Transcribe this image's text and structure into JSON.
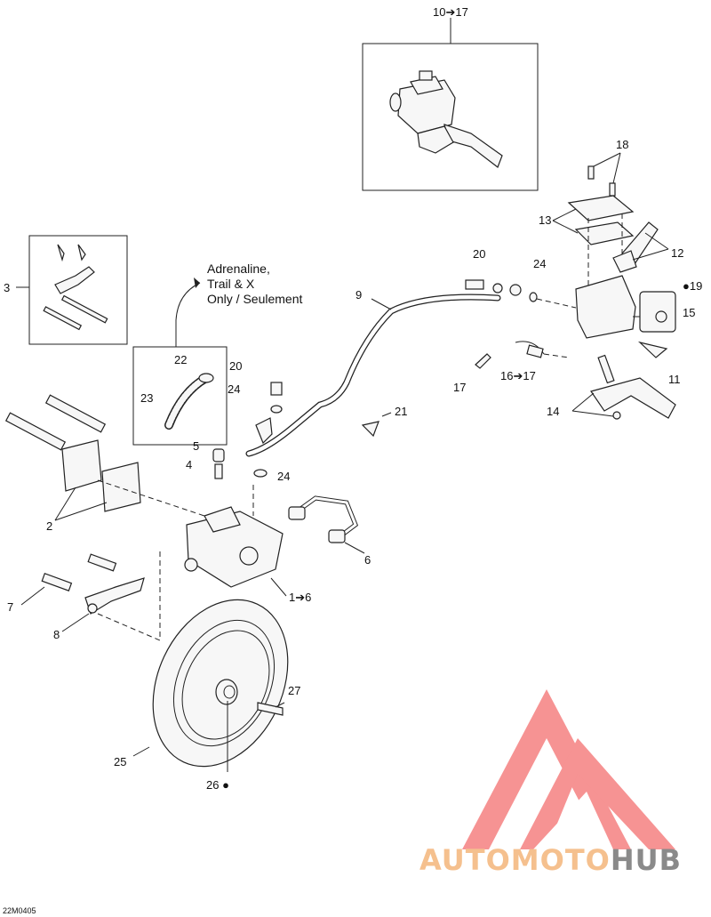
{
  "labels": {
    "l_10_17": "10➔17",
    "l_18": "18",
    "l_13": "13",
    "l_12": "12",
    "l_19": "19",
    "l_15": "15",
    "l_11": "11",
    "l_14": "14",
    "l_16_17": "16➔17",
    "l_17": "17",
    "l_20a": "20",
    "l_24a": "24",
    "l_9": "9",
    "l_3": "3",
    "l_22": "22",
    "l_23": "23",
    "l_20b": "20",
    "l_24b": "24",
    "l_21": "21",
    "l_5": "5",
    "l_4": "4",
    "l_24c": "24",
    "l_2": "2",
    "l_6": "6",
    "l_1_6": "1➔6",
    "l_7": "7",
    "l_8": "8",
    "l_27": "27",
    "l_25": "25",
    "l_26": "26"
  },
  "note": {
    "line1": "Adrenaline,",
    "line2": "Trail & X",
    "line3": "Only / Seulement"
  },
  "diagram_code": "22M0405",
  "watermark": {
    "part1": "AUTOMOTO",
    "part2": "HUB",
    "logo_color": "#ef3b3b",
    "text_color_1": "#f5c08e",
    "text_color_2": "#8a8a8a"
  }
}
